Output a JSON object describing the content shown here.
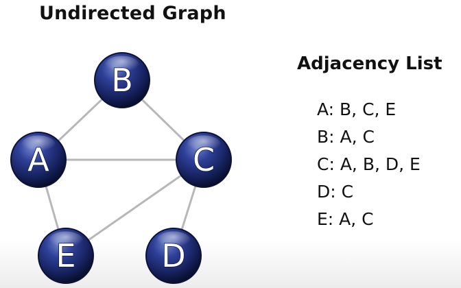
{
  "title": "Undirected Graph",
  "adjacency": {
    "title": "Adjacency List",
    "entries": [
      "A: B, C, E",
      "B: A, C",
      "C: A, B, D, E",
      "D: C",
      "E: A, C"
    ]
  },
  "graph": {
    "nodes": [
      "A",
      "B",
      "C",
      "D",
      "E"
    ],
    "edges": [
      [
        "A",
        "B"
      ],
      [
        "A",
        "C"
      ],
      [
        "A",
        "E"
      ],
      [
        "B",
        "C"
      ],
      [
        "C",
        "D"
      ],
      [
        "C",
        "E"
      ]
    ]
  },
  "colors": {
    "node_light": "#6f82c8",
    "node_mid": "#1f2d78",
    "node_dark": "#080f2e",
    "node_outline": "#0a1235",
    "node_label": "#ffffff",
    "edge": "#b7b7b7"
  }
}
